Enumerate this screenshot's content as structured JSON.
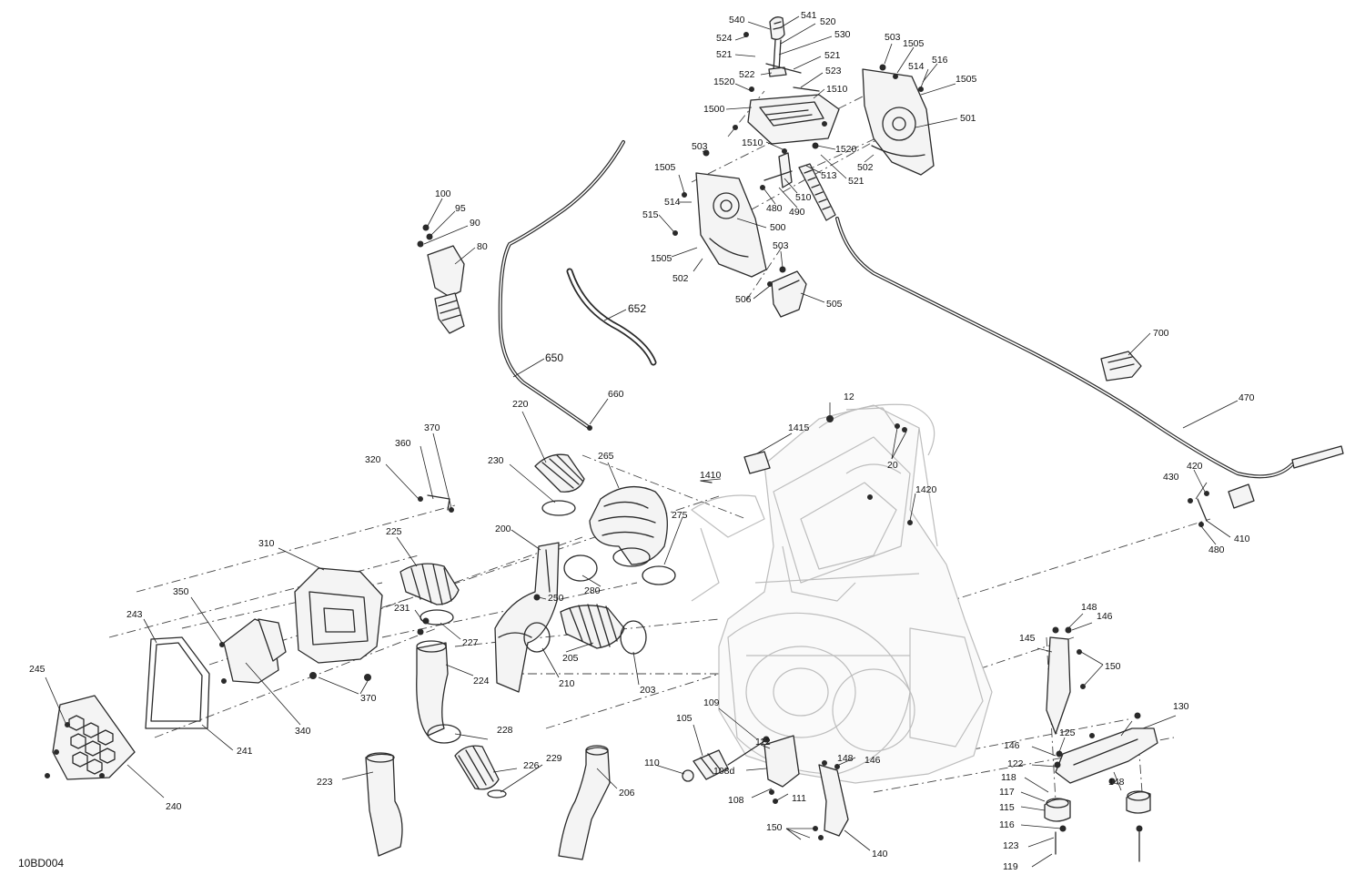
{
  "diagram_code": "10BD004",
  "labels": {
    "l540": "540",
    "l541": "541",
    "l520": "520",
    "l530": "530",
    "l524": "524",
    "l521a": "521",
    "l521b": "521",
    "l522": "522",
    "l523": "523",
    "l1520a": "1520",
    "l1510a": "1510",
    "l1500": "1500",
    "l1510b": "1510",
    "l1520b": "1520",
    "l503a": "503",
    "l1505a": "1505",
    "l514a": "514",
    "l516": "516",
    "l1505b": "1505",
    "l501": "501",
    "l502a": "502",
    "l521c": "521",
    "l513": "513",
    "l510": "510",
    "l503b": "503",
    "l1505c": "1505",
    "l514b": "514",
    "l515": "515",
    "l480a": "480",
    "l490": "490",
    "l500": "500",
    "l503c": "503",
    "l1505d": "1505",
    "l502b": "502",
    "l506": "506",
    "l505": "505",
    "l100": "100",
    "l95": "95",
    "l90": "90",
    "l80": "80",
    "l652": "652",
    "l650": "650",
    "l700": "700",
    "l470": "470",
    "l660": "660",
    "l220": "220",
    "l12": "12",
    "l1415": "1415",
    "l20": "20",
    "l1410": "1410",
    "l1420": "1420",
    "l370a": "370",
    "l360": "360",
    "l320": "320",
    "l230": "230",
    "l265": "265",
    "l275": "275",
    "l200": "200",
    "l430": "430",
    "l420": "420",
    "l410": "410",
    "l480b": "480",
    "l310": "310",
    "l225": "225",
    "l280": "280",
    "l250": "250",
    "l350": "350",
    "l231": "231",
    "l227": "227",
    "l243": "243",
    "l205": "205",
    "l210": "210",
    "l203": "203",
    "l224": "224",
    "l245": "245",
    "l370b": "370",
    "l340": "340",
    "l148a": "148",
    "l146a": "146",
    "l145": "145",
    "l150a": "150",
    "l109": "109",
    "l228": "228",
    "l241": "241",
    "l105": "105",
    "l110": "110",
    "l112": "112",
    "l226": "226",
    "l229": "229",
    "l108d": "108d",
    "l125": "125",
    "l130": "130",
    "l146b": "146",
    "l122": "122",
    "l118": "118",
    "l117": "117",
    "l115": "115",
    "l116": "116",
    "l123": "123",
    "l119": "119",
    "l148b": "148",
    "l148c": "148",
    "l146c": "146",
    "l223": "223",
    "l206": "206",
    "l108": "108",
    "l111": "111",
    "l150b": "150",
    "l140": "140",
    "l240": "240"
  }
}
